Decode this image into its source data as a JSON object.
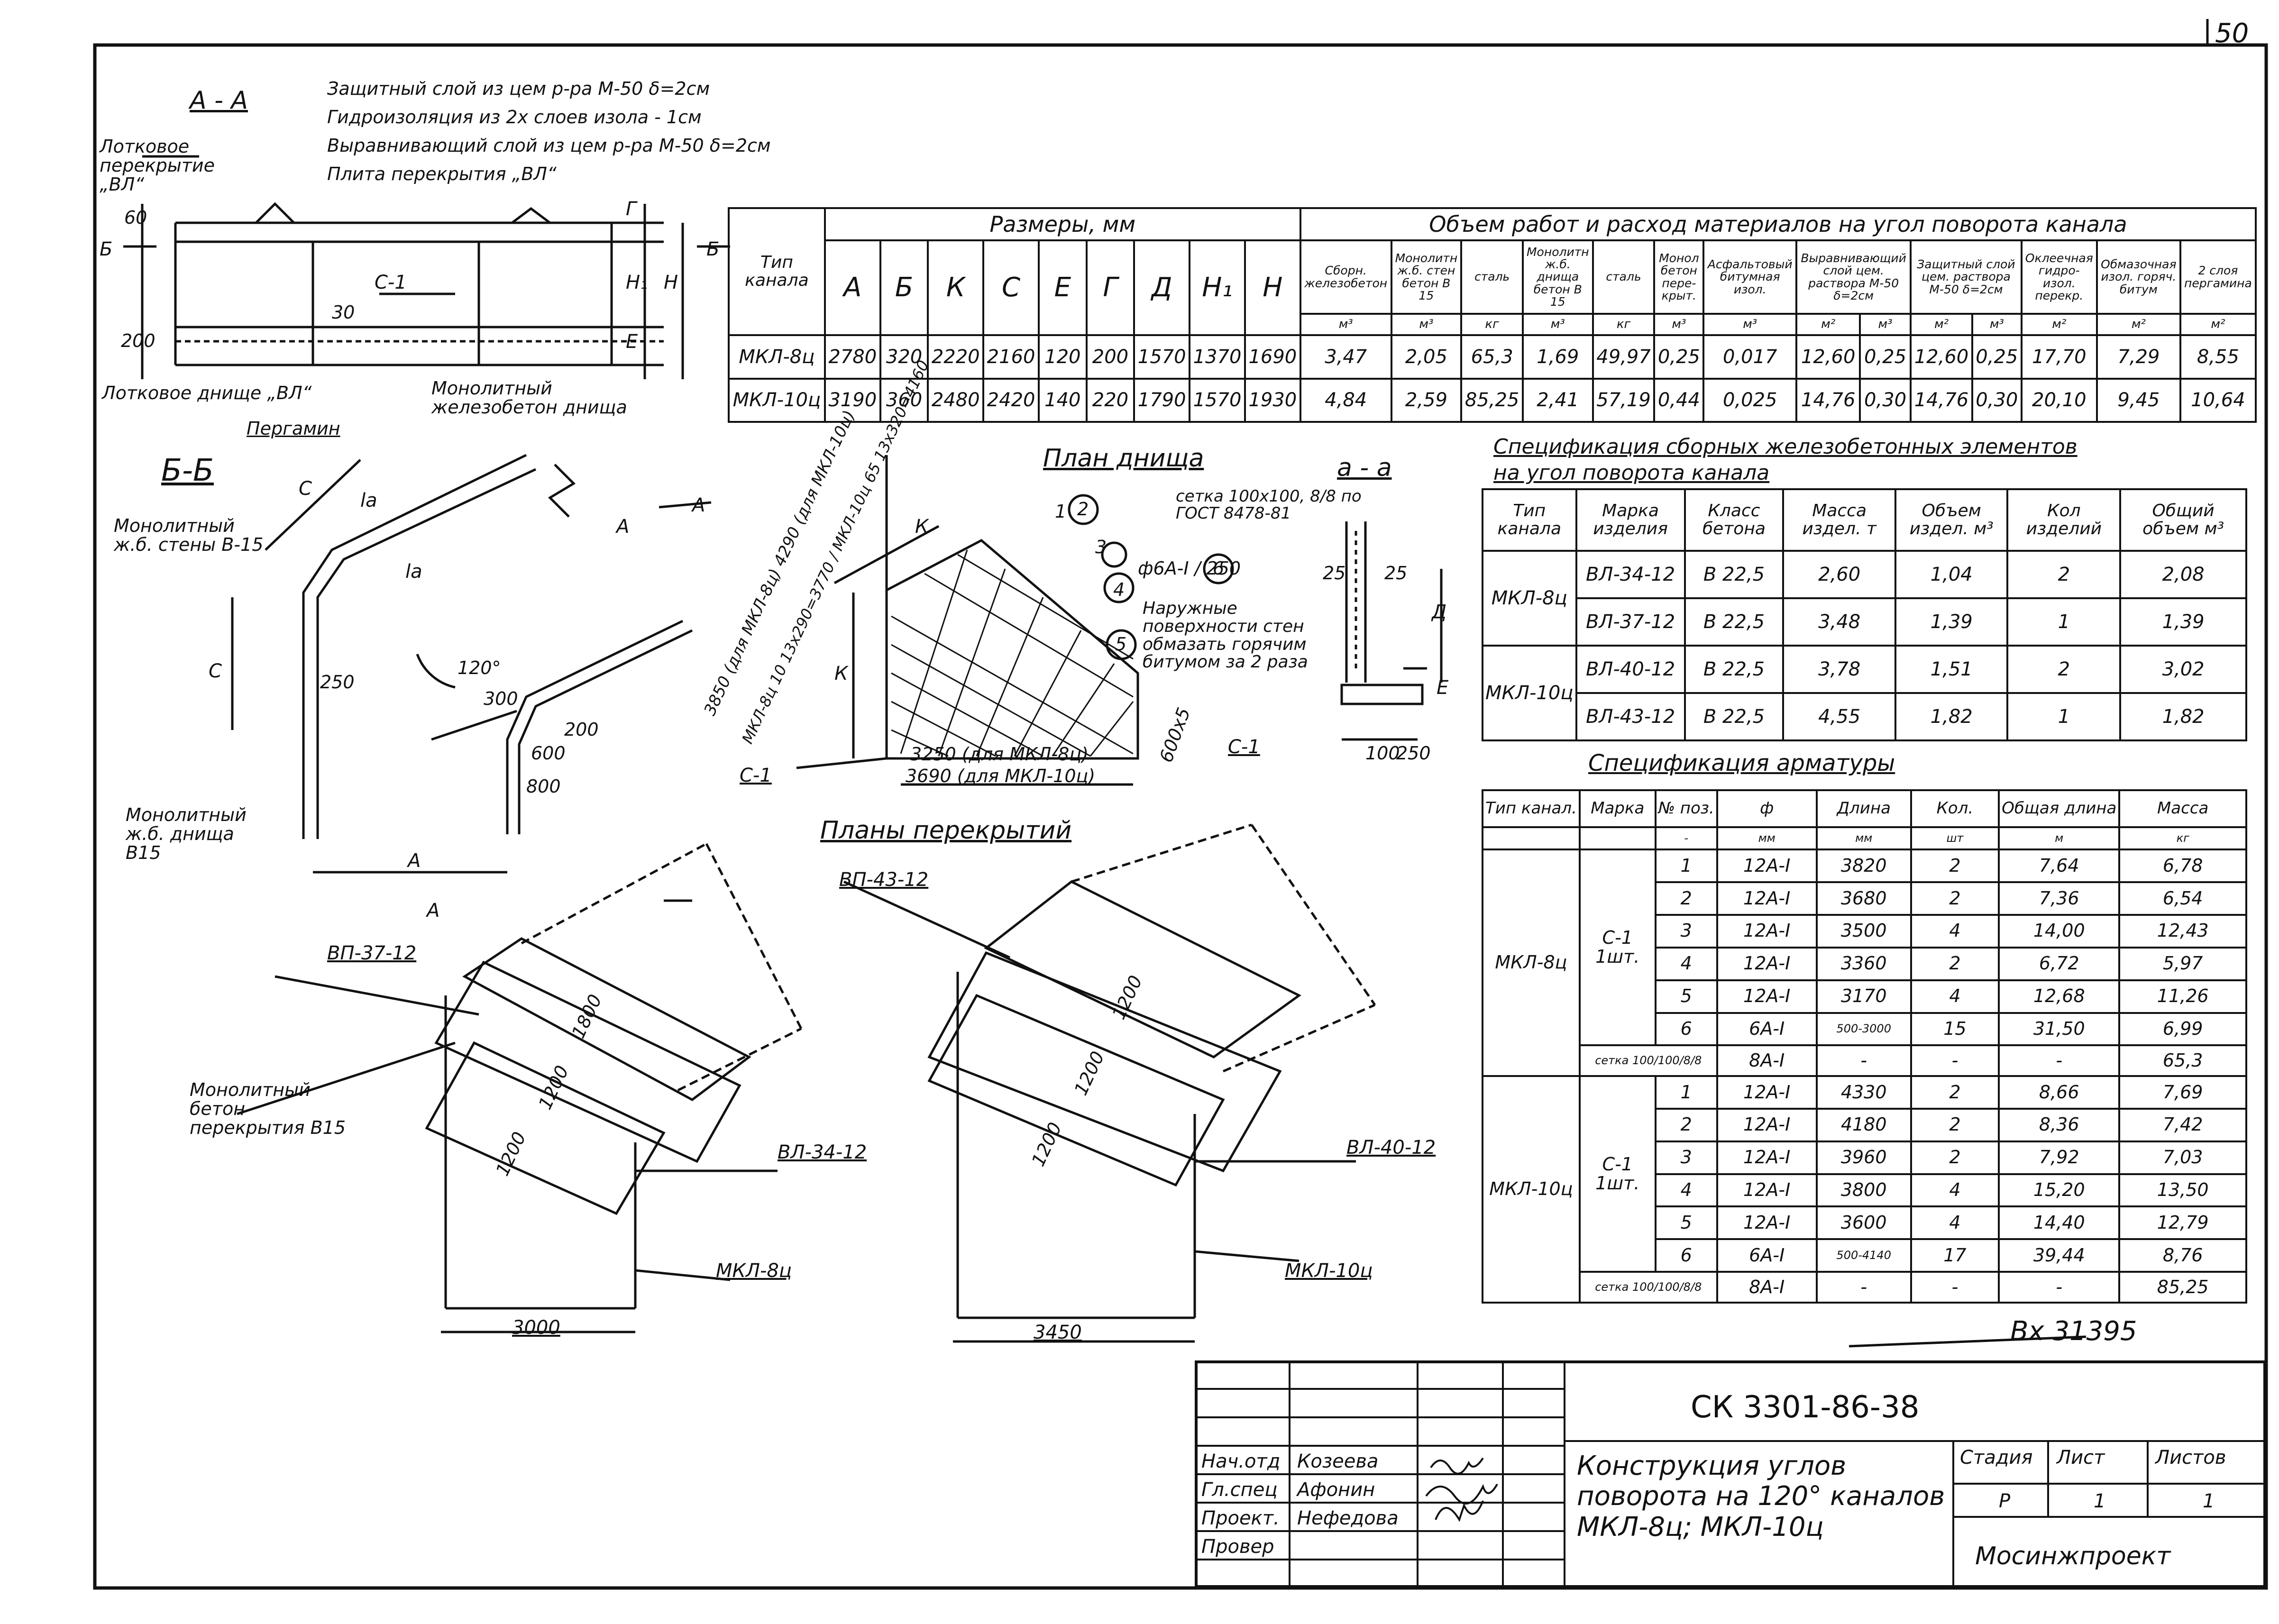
{
  "sheet_number": "50",
  "inventory_mark": "Вх 31395",
  "section_aa": {
    "title": "А - А",
    "layers": [
      "Защитный слой из цем р-ра М-50 δ=2см",
      "Гидроизоляция из 2х слоев изола - 1см",
      "Выравнивающий слой из цем р-ра М-50 δ=2см",
      "Плита перекрытия „ВЛ“"
    ],
    "label_cover": "Лотковое перекрытие „ВЛ“",
    "label_bottom": "Лотковое днище „ВЛ“",
    "label_pergamin": "Пергамин",
    "label_monolith": "Монолитный железобетон днища",
    "label_c1": "С-1",
    "label_B": "Б",
    "label_H": "Н",
    "label_H1": "Н₁",
    "label_E": "Е",
    "label_G": "Г",
    "dims": [
      "60",
      "200",
      "30"
    ]
  },
  "section_bb": {
    "title": "Б-Б",
    "label_walls": "Монолитный ж.б. стены В-15",
    "label_bottom": "Монолитный ж.б. днища В15",
    "dims": [
      "С",
      "lа",
      "lа",
      "С",
      "А",
      "250",
      "120°",
      "300",
      "600",
      "200",
      "800"
    ],
    "cut_mark": "А"
  },
  "plan_bottom": {
    "title": "План днища",
    "mesh_note": "сетка 100х100, 8/8 по ГОСТ 8478-81",
    "rebar_note": "ф6А-I / 250",
    "bitumen_note": "Наружные поверхности стен обмазать горячим битумом за 2 раза",
    "positions": [
      "1",
      "2",
      "3",
      "4",
      "5",
      "6"
    ],
    "dims_left": "3850 (для МКЛ-8ц) 4290 (для МКЛ-10ц)",
    "dims_left2": "МКЛ-8ц 10 13х290=3770 / МКЛ-10ц 65 13х320=4160",
    "dims_bottom": "3250 (для МКЛ-8ц)",
    "dims_bottom2": "3690 (для МКЛ-10ц)",
    "dims_K": "К",
    "dims_right": "600х5",
    "label_c1": "С-1"
  },
  "section_a_small": {
    "title": "а - а",
    "dims": [
      "25",
      "25",
      "Д",
      "100",
      "250",
      "Е"
    ],
    "label_c1": "С-1"
  },
  "plans_cover": {
    "title": "Планы перекрытий",
    "left": {
      "labels": [
        "ВП-37-12",
        "ВЛ-34-12",
        "МКЛ-8ц"
      ],
      "monolith": "Монолитный бетон перекрытия В15",
      "dims": [
        "1200",
        "1200",
        "1800"
      ],
      "width": "3000"
    },
    "right": {
      "labels": [
        "ВП-43-12",
        "ВЛ-40-12",
        "МКЛ-10ц"
      ],
      "dims": [
        "1200",
        "1200",
        "1200"
      ],
      "width": "3450"
    }
  },
  "table_volumes": {
    "col_type": "Тип канала",
    "group_sizes": "Размеры, мм",
    "group_volumes": "Объем работ и расход материалов на угол поворота канала",
    "size_cols": [
      "А",
      "Б",
      "К",
      "С",
      "Е",
      "Г",
      "Д",
      "Н₁",
      "Н"
    ],
    "vol_cols": [
      "Сборн. железобетон",
      "Монолитн ж.б. стен бетон В 15",
      "сталь",
      "Монолитн ж.б. днища бетон В 15",
      "сталь",
      "Монол бетон пере-крыт.",
      "Асфальтовый битумная изол.",
      "Выравнивающий слой цем. раствора М-50 δ=2см",
      "",
      "Защитный слой цем. раствора М-50 δ=2см",
      "",
      "Оклеечная гидро-изол. перекр.",
      "Обмазочная изол. горяч. битум",
      "2 слоя пергамина"
    ],
    "vol_units": [
      "м³",
      "м³",
      "кг",
      "м³",
      "кг",
      "м³",
      "м³",
      "м²",
      "м³",
      "м²",
      "м³",
      "м²",
      "м²",
      "м²"
    ],
    "rows": [
      {
        "type": "МКЛ-8ц",
        "vals": [
          "2780",
          "320",
          "2220",
          "2160",
          "120",
          "200",
          "1570",
          "1370",
          "1690",
          "3,47",
          "2,05",
          "65,3",
          "1,69",
          "49,97",
          "0,25",
          "0,017",
          "12,60",
          "0,25",
          "12,60",
          "0,25",
          "17,70",
          "7,29",
          "8,55"
        ]
      },
      {
        "type": "МКЛ-10ц",
        "vals": [
          "3190",
          "360",
          "2480",
          "2420",
          "140",
          "220",
          "1790",
          "1570",
          "1930",
          "4,84",
          "2,59",
          "85,25",
          "2,41",
          "57,19",
          "0,44",
          "0,025",
          "14,76",
          "0,30",
          "14,76",
          "0,30",
          "20,10",
          "9,45",
          "10,64"
        ]
      }
    ]
  },
  "table_prefab": {
    "title": "Спецификация сборных железобетонных элементов на угол поворота канала",
    "headers": [
      "Тип канала",
      "Марка изделия",
      "Класс бетона",
      "Масса издел. т",
      "Объем издел. м³",
      "Кол изделий",
      "Общий объем м³"
    ],
    "rows": [
      {
        "type": "МКЛ-8ц",
        "mark": "ВЛ-34-12",
        "cls": "В 22,5",
        "mass": "2,60",
        "vol": "1,04",
        "qty": "2",
        "total": "2,08"
      },
      {
        "type": "",
        "mark": "ВЛ-37-12",
        "cls": "В 22,5",
        "mass": "3,48",
        "vol": "1,39",
        "qty": "1",
        "total": "1,39"
      },
      {
        "type": "МКЛ-10ц",
        "mark": "ВЛ-40-12",
        "cls": "В 22,5",
        "mass": "3,78",
        "vol": "1,51",
        "qty": "2",
        "total": "3,02"
      },
      {
        "type": "",
        "mark": "ВЛ-43-12",
        "cls": "В 22,5",
        "mass": "4,55",
        "vol": "1,82",
        "qty": "1",
        "total": "1,82"
      }
    ]
  },
  "table_rebar": {
    "title": "Спецификация арматуры",
    "headers": [
      "Тип канал.",
      "Марка",
      "№ поз.",
      "ф",
      "Длина",
      "Кол.",
      "Общая длина",
      "Масса"
    ],
    "units": [
      "",
      "",
      "-",
      "мм",
      "мм",
      "шт",
      "м",
      "кг"
    ],
    "group1": {
      "type": "МКЛ-8ц",
      "mark": "С-1 1шт.",
      "rows": [
        [
          "1",
          "12А-I",
          "3820",
          "2",
          "7,64",
          "6,78"
        ],
        [
          "2",
          "12А-I",
          "3680",
          "2",
          "7,36",
          "6,54"
        ],
        [
          "3",
          "12А-I",
          "3500",
          "4",
          "14,00",
          "12,43"
        ],
        [
          "4",
          "12А-I",
          "3360",
          "2",
          "6,72",
          "5,97"
        ],
        [
          "5",
          "12А-I",
          "3170",
          "4",
          "12,68",
          "11,26"
        ],
        [
          "6",
          "6А-I",
          "500-3000",
          "15",
          "31,50",
          "6,99"
        ]
      ],
      "mesh_mark": "сетка 100/100/8/8",
      "mesh_d": "8А-I",
      "mesh_rest": [
        "-",
        "-",
        "-",
        "65,3"
      ]
    },
    "group2": {
      "type": "МКЛ-10ц",
      "mark": "С-1 1шт.",
      "rows": [
        [
          "1",
          "12А-I",
          "4330",
          "2",
          "8,66",
          "7,69"
        ],
        [
          "2",
          "12А-I",
          "4180",
          "2",
          "8,36",
          "7,42"
        ],
        [
          "3",
          "12А-I",
          "3960",
          "2",
          "7,92",
          "7,03"
        ],
        [
          "4",
          "12А-I",
          "3800",
          "4",
          "15,20",
          "13,50"
        ],
        [
          "5",
          "12А-I",
          "3600",
          "4",
          "14,40",
          "12,79"
        ],
        [
          "6",
          "6А-I",
          "500-4140",
          "17",
          "39,44",
          "8,76"
        ]
      ],
      "mesh_mark": "сетка 100/100/8/8",
      "mesh_d": "8А-I",
      "mesh_rest": [
        "-",
        "-",
        "-",
        "85,25"
      ]
    }
  },
  "stamp": {
    "code": "СК 3301-86-38",
    "title": "Конструкция углов поворота на 120° каналов МКЛ-8ц; МКЛ-10ц",
    "stage_label": "Стадия",
    "sheet_label": "Лист",
    "sheets_label": "Листов",
    "stage": "Р",
    "sheet": "1",
    "sheets": "1",
    "org": "Мосинжпроект",
    "people": [
      {
        "role": "Нач.отд",
        "name": "Козеева"
      },
      {
        "role": "Гл.спец",
        "name": "Афонин"
      },
      {
        "role": "Проект.",
        "name": "Нефедова"
      },
      {
        "role": "Провер",
        "name": ""
      }
    ]
  }
}
